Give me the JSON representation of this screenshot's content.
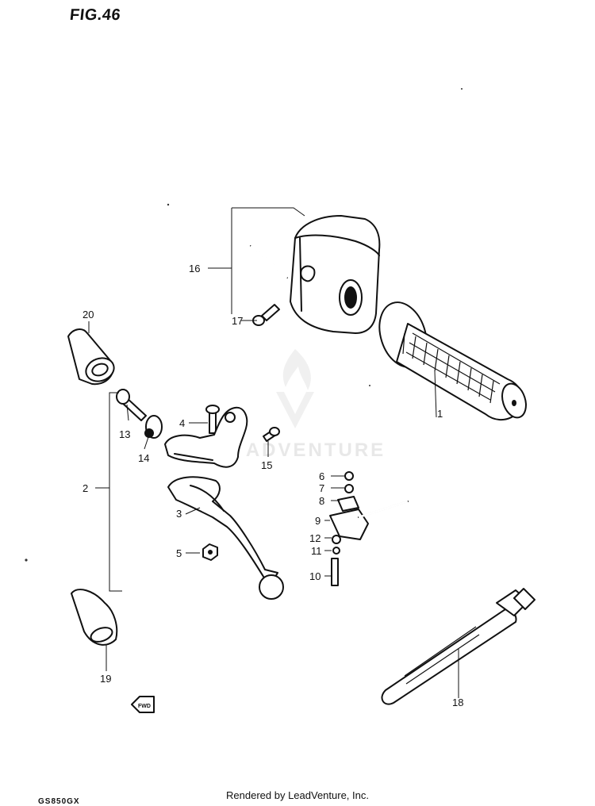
{
  "figure": {
    "title": "FIG.46",
    "model_code": "GS850GX",
    "footer": "Rendered by LeadVenture, Inc.",
    "watermark": "ADVENTURE",
    "forward_arrow_label": "FWD"
  },
  "callouts": {
    "c1": "1",
    "c2": "2",
    "c3": "3",
    "c4": "4",
    "c5": "5",
    "c6": "6",
    "c7": "7",
    "c8": "8",
    "c9": "9",
    "c10": "10",
    "c11": "11",
    "c12": "12",
    "c13": "13",
    "c14": "14",
    "c15": "15",
    "c16": "16",
    "c17": "17",
    "c18": "18",
    "c19": "19",
    "c20": "20"
  }
}
